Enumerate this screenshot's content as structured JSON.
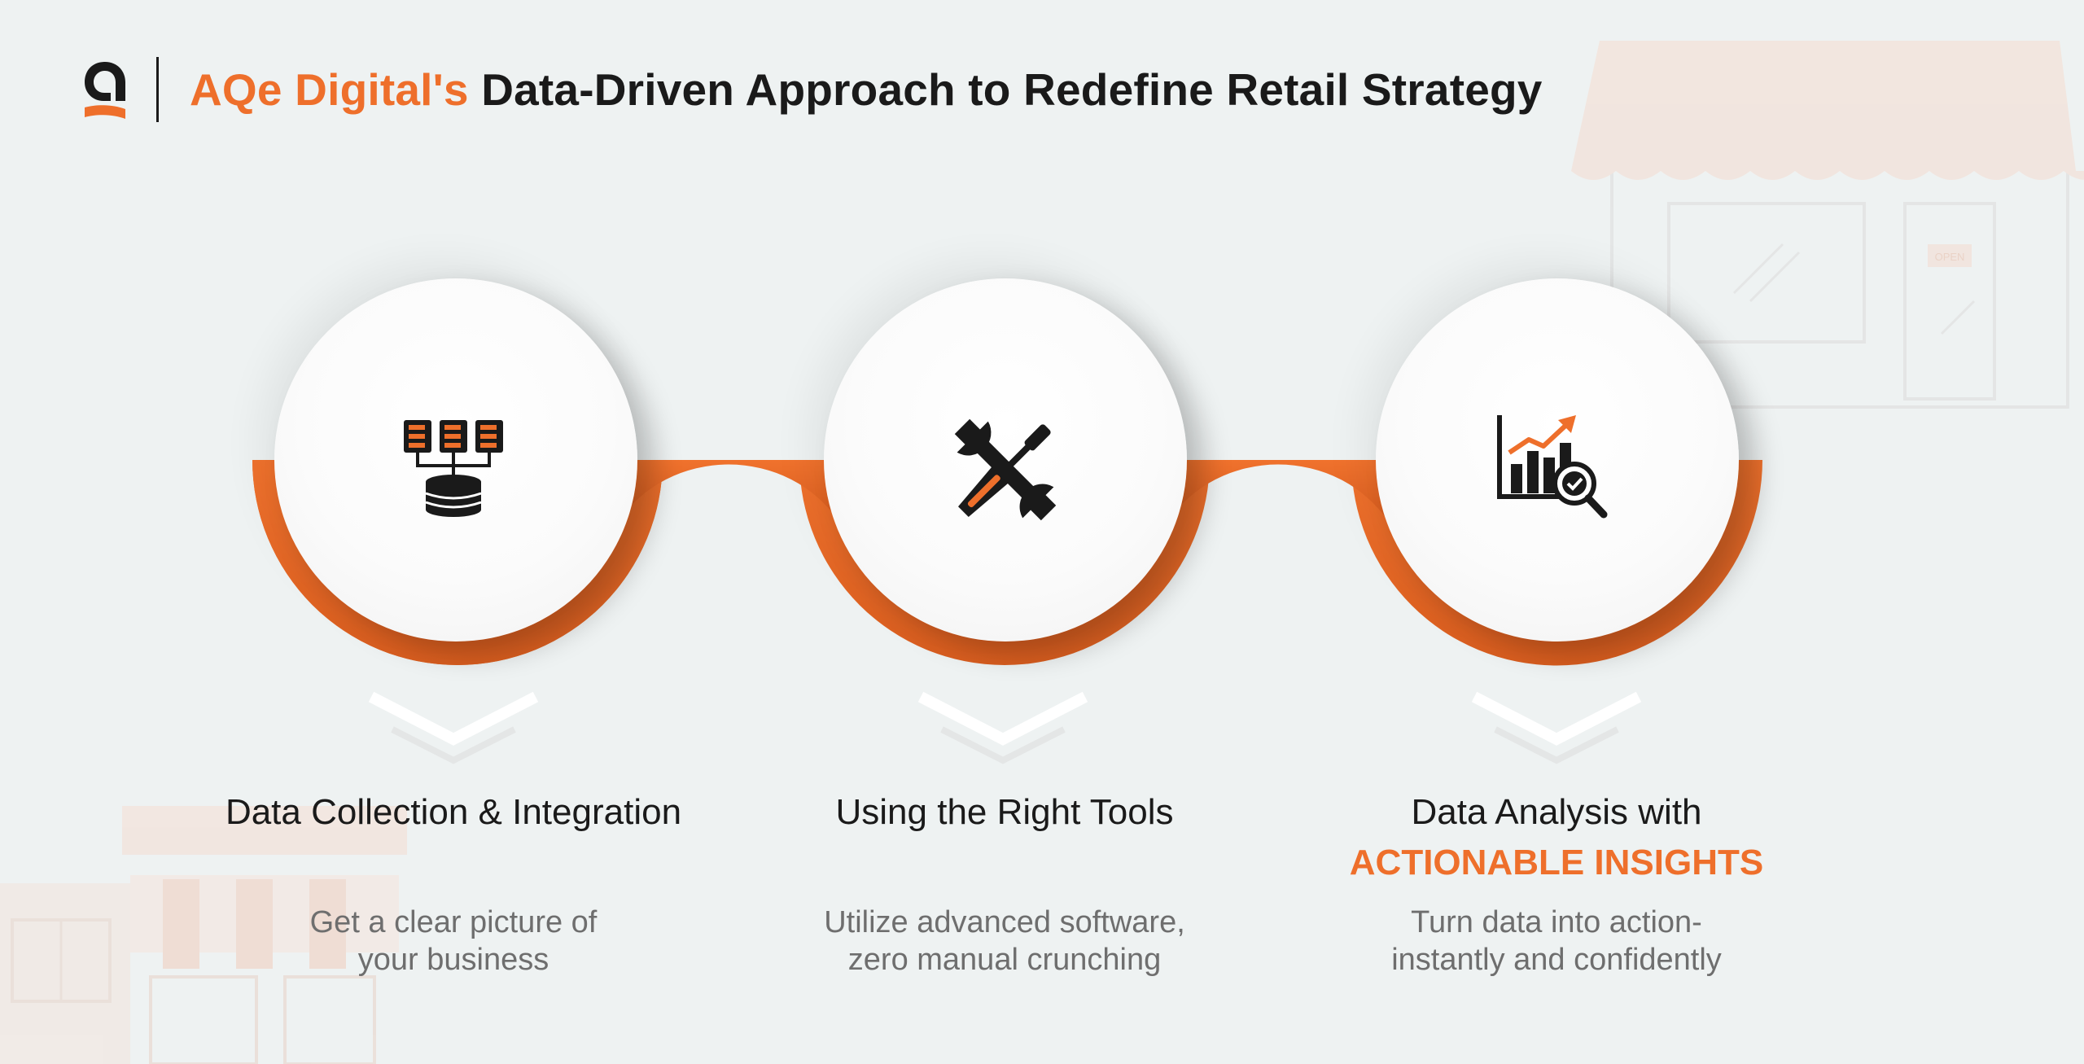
{
  "header": {
    "brand": "AQe Digital's",
    "title": "Data-Driven Approach to Redefine Retail Strategy"
  },
  "steps": [
    {
      "title": "Data Collection & Integration",
      "description_lines": [
        "Get a clear picture of",
        "your business"
      ],
      "icon": "database-servers-icon"
    },
    {
      "title": "Using the Right Tools",
      "description_lines": [
        "Utilize advanced software,",
        "zero manual crunching"
      ],
      "icon": "wrench-screwdriver-icon"
    },
    {
      "title": "Data Analysis with",
      "accent": "ACTIONABLE INSIGHTS",
      "description_lines": [
        "Turn data into action-",
        "instantly and confidently"
      ],
      "icon": "chart-magnifier-icon"
    }
  ],
  "background": {
    "shop_sign": "OPEN"
  },
  "colors": {
    "accent": "#ee6f2b",
    "text": "#1a1a1a",
    "muted": "#6e6e6e",
    "background": "#eef2f2"
  }
}
